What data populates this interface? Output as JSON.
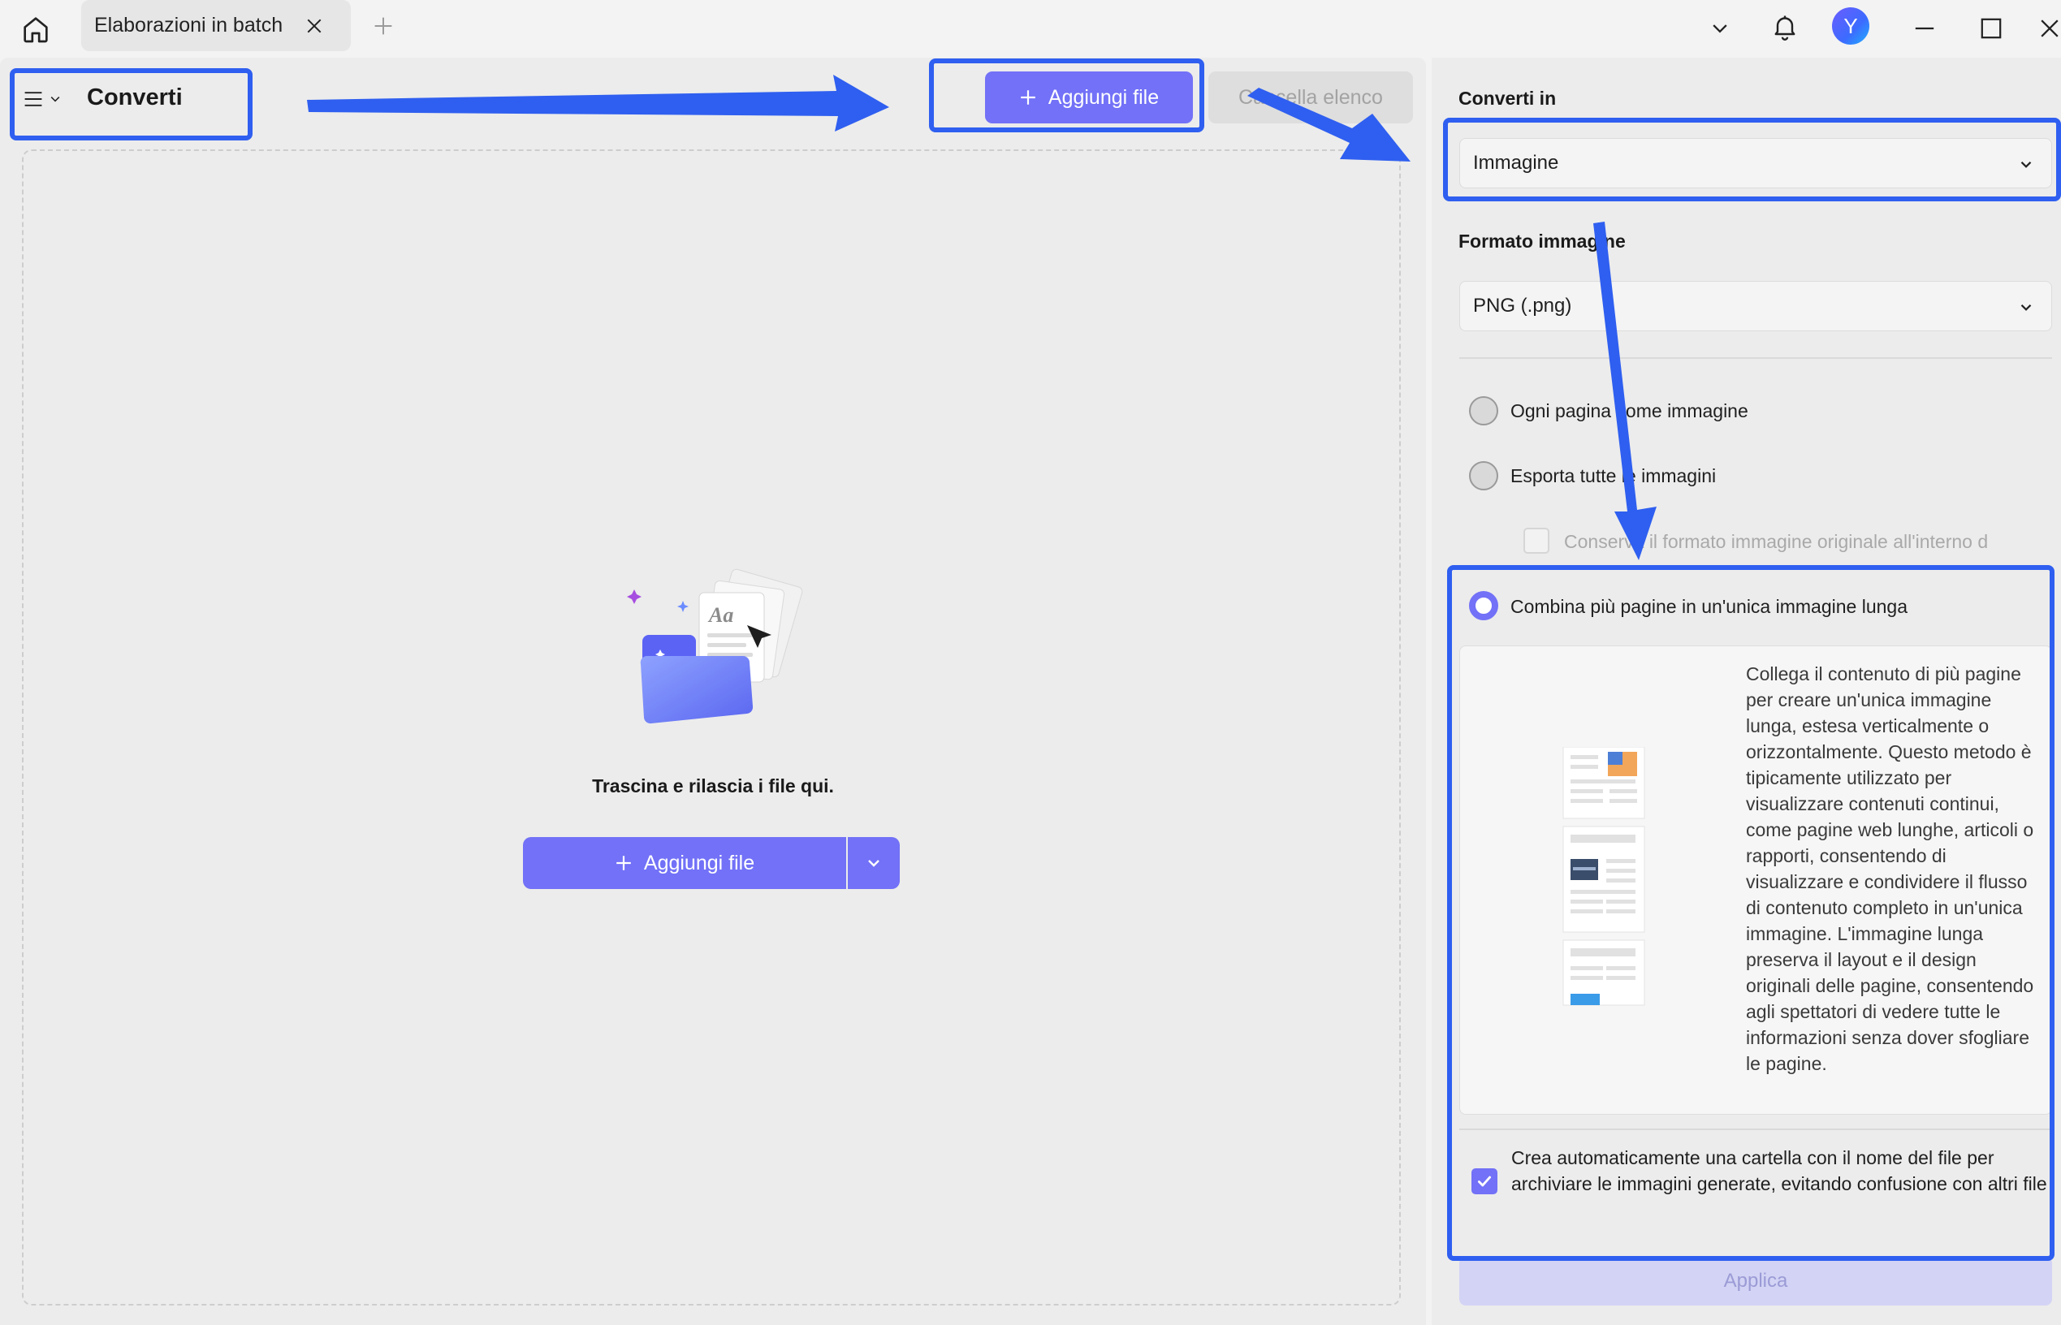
{
  "titlebar": {
    "tab_label": "Elaborazioni in batch",
    "avatar_letter": "Y"
  },
  "toolbar": {
    "title": "Converti",
    "add_file_label": "Aggiungi file",
    "clear_list_label": "Cancella elenco"
  },
  "dropzone": {
    "text": "Trascina e rilascia i file qui.",
    "add_file_label": "Aggiungi file"
  },
  "settings": {
    "convert_in_label": "Converti in",
    "convert_in_value": "Immagine",
    "image_format_label": "Formato immagine",
    "image_format_value": "PNG (.png)",
    "options": [
      {
        "label": "Ogni pagina come immagine",
        "selected": false
      },
      {
        "label": "Esporta tutte le immagini",
        "selected": false
      },
      {
        "label": "Combina più pagine in un'unica immagine lunga",
        "selected": true
      }
    ],
    "keep_format_label": "Conserva il formato immagine originale all'interno d",
    "description": "Collega il contenuto di più pagine per creare un'unica immagine lunga, estesa verticalmente o orizzontalmente. Questo metodo è tipicamente utilizzato per visualizzare contenuti continui, come pagine web lunghe, articoli o rapporti, consentendo di visualizzare e condividere il flusso di contenuto completo in un'unica immagine. L'immagine lunga preserva il layout e il design originali delle pagine, consentendo agli spettatori di vedere tutte le informazioni senza dover sfogliare le pagine.",
    "auto_folder_label": "Crea automaticamente una cartella con il nome del file per archiviare le immagini generate, evitando confusione con altri file",
    "auto_folder_checked": true,
    "apply_label": "Applica"
  },
  "colors": {
    "accent": "#7271f7",
    "annotation": "#2f5ff0"
  }
}
